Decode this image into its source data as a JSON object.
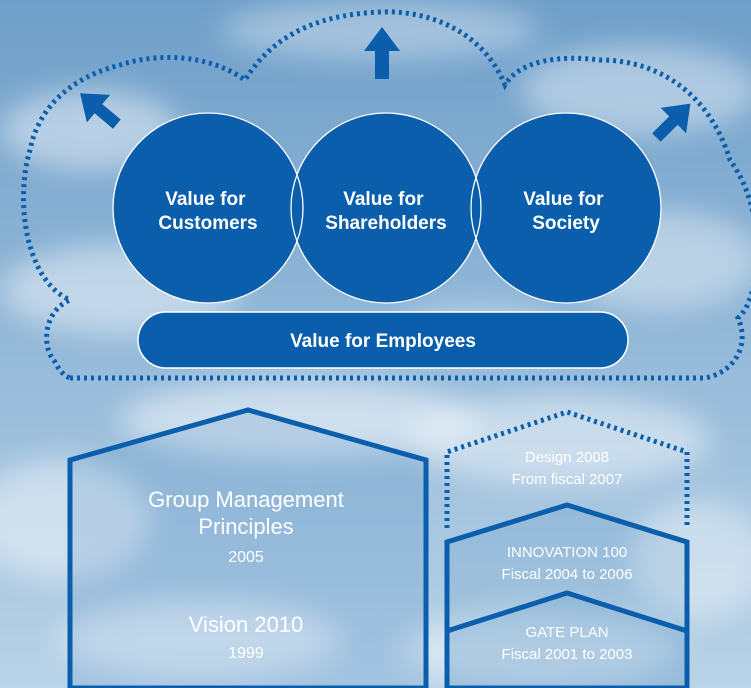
{
  "colors": {
    "sky_top": "#6f9fc9",
    "sky_bottom": "#b9d3e8",
    "brand_blue": "#0a5eab",
    "circle_outline": "#ffffff",
    "text_light": "#ffffff"
  },
  "values": {
    "customers": {
      "line1": "Value for",
      "line2": "Customers"
    },
    "shareholders": {
      "line1": "Value for",
      "line2": "Shareholders"
    },
    "society": {
      "line1": "Value for",
      "line2": "Society"
    },
    "employees": "Value for Employees"
  },
  "arrows": [
    "arrow-up-left-icon",
    "arrow-up-icon",
    "arrow-up-right-icon"
  ],
  "left_house": {
    "title_line1": "Group Management",
    "title_line2": "Principles",
    "title_year": "2005",
    "vision_title": "Vision 2010",
    "vision_year": "1999"
  },
  "right_stack": {
    "design": {
      "name": "Design 2008",
      "period": "From fiscal 2007"
    },
    "innovation": {
      "name": "INNOVATION 100",
      "period": "Fiscal 2004 to 2006"
    },
    "gate": {
      "name": "GATE PLAN",
      "period": "Fiscal 2001 to 2003"
    }
  }
}
